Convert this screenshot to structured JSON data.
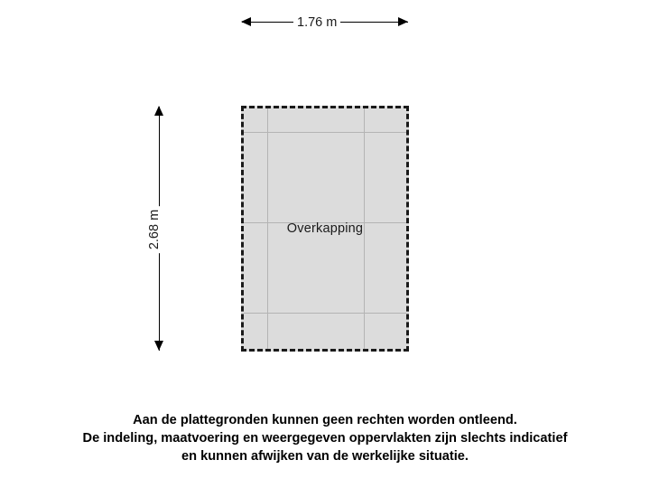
{
  "plan": {
    "room": {
      "label": "Overkapping",
      "fill_color": "#dcdcdc",
      "outline_color": "#1a1a1a",
      "grid_color": "#b4b4b4"
    },
    "dimensions": {
      "width_label": "1.76 m",
      "height_label": "2.68 m"
    }
  },
  "disclaimer": {
    "line1": "Aan de plattegronden kunnen geen rechten worden ontleend.",
    "line2": "De indeling, maatvoering en weergegeven oppervlakten zijn slechts indicatief",
    "line3": "en kunnen afwijken van de werkelijke situatie."
  }
}
